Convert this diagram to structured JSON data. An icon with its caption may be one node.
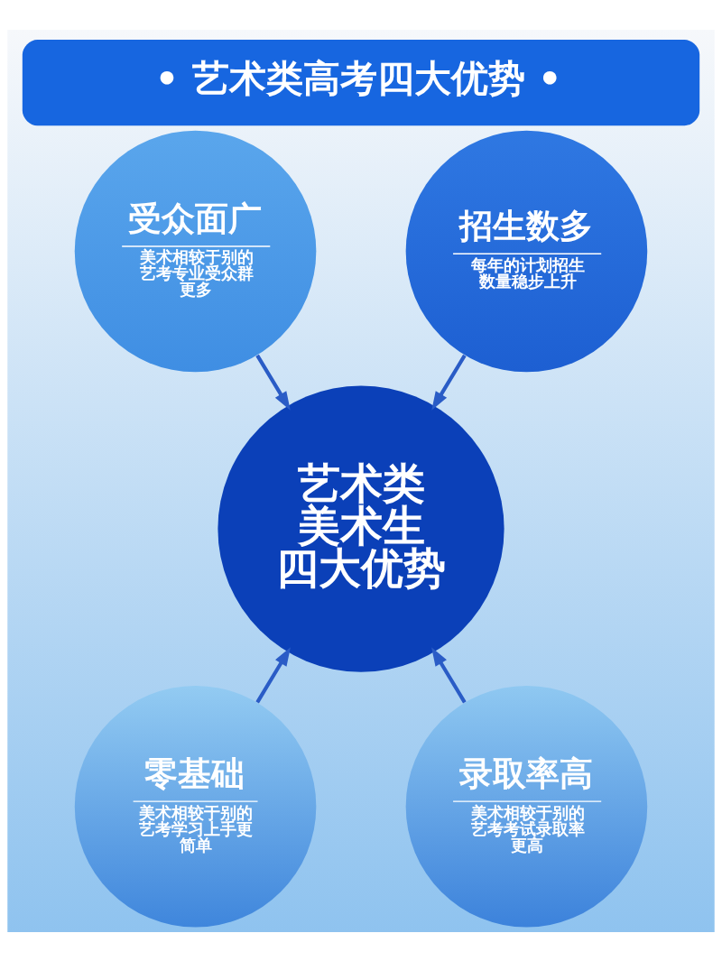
{
  "diagram": {
    "title": "• 艺术类高考四大优势 •",
    "nodes": [
      {
        "text": [
          "受众面广",
          "美术相较于别的艺考专业受众群更多"
        ]
      },
      {
        "text": [
          "招生数多",
          "每年的计划招生数量稳步上升"
        ]
      },
      {
        "text": [
          "艺术类美术生四大优势"
        ]
      },
      {
        "text": [
          "零基础",
          "美术相较于别的艺考学习上手更简单"
        ]
      },
      {
        "text": [
          "录取率高",
          "美术相较于别的艺考考试录取率更高"
        ]
      }
    ],
    "edges": [
      {
        "from": 0,
        "to": 2,
        "arrow": "to"
      },
      {
        "from": 1,
        "to": 2,
        "arrow": "to"
      },
      {
        "from": 3,
        "to": 2,
        "arrow": "to"
      },
      {
        "from": 4,
        "to": 2,
        "arrow": "to"
      }
    ]
  }
}
